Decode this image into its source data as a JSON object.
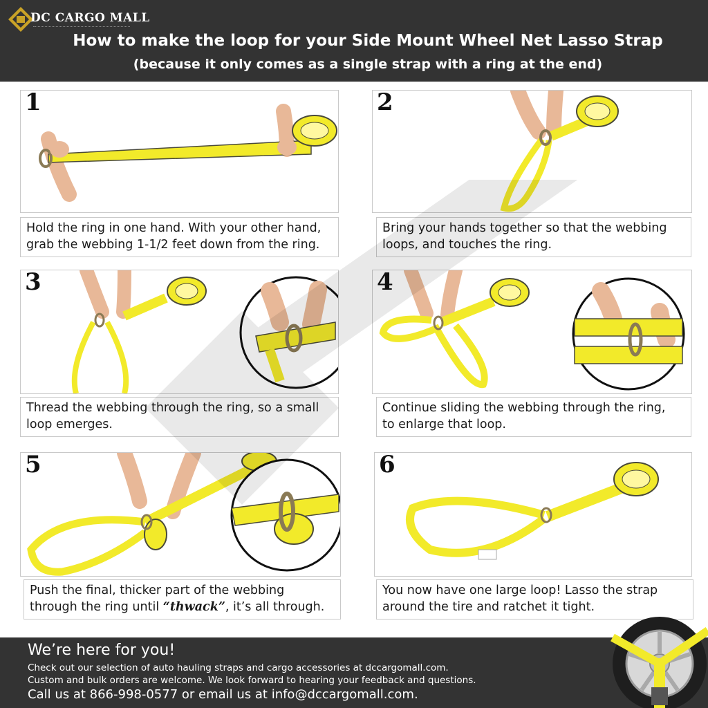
{
  "brand": {
    "logo_text": "DC CARGO MALL"
  },
  "header": {
    "title": "How to make the loop for your Side Mount Wheel Net Lasso Strap",
    "subtitle": "(because it only comes as a single strap with a ring at the end)"
  },
  "steps": [
    {
      "number": "1",
      "caption_line1": "Hold the ring in one hand. With your other hand,",
      "caption_line2": "grab the webbing 1-1/2 feet down from the ring."
    },
    {
      "number": "2",
      "caption_line1": "Bring your hands together so that the webbing",
      "caption_line2": "loops, and touches the ring."
    },
    {
      "number": "3",
      "caption_line1": "Thread the webbing through the ring, so a small",
      "caption_line2": "loop emerges."
    },
    {
      "number": "4",
      "caption_line1": "Continue sliding the webbing through the ring,",
      "caption_line2": "to enlarge that loop."
    },
    {
      "number": "5",
      "caption_line1": "Push the final, thicker part of the webbing",
      "caption_line2_pre": "through the ring until ",
      "caption_line2_em": "“thwack”",
      "caption_line2_post": ", it’s all through."
    },
    {
      "number": "6",
      "caption_line1": "You now have one large loop! Lasso the strap",
      "caption_line2": "around the tire and ratchet it tight."
    }
  ],
  "footer": {
    "heading": "We’re here for you!",
    "line1": "Check out our selection of auto hauling straps and cargo accessories at dccargomall.com.",
    "line2": "Custom and bulk orders are welcome. We look forward to hearing your feedback and questions.",
    "contact": "Call us at 866-998-0577 or email us at info@dccargomall.com."
  },
  "colors": {
    "header_bg": "#333333",
    "strap_yellow": "#f2ea2a",
    "strap_edge": "#4a4a3a",
    "ring_metal": "#8a7a55",
    "skin": "#e8b898",
    "panel_border": "#c9c9c9"
  }
}
